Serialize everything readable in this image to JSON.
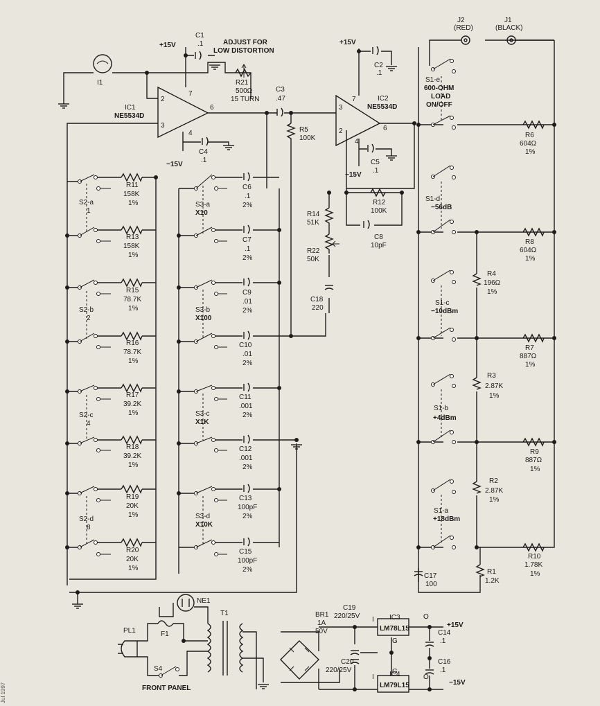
{
  "labels": {
    "j2": "J2",
    "j2_color": "(RED)",
    "j1": "J1",
    "j1_color": "(BLACK)",
    "p15_a": "+15V",
    "p15_b": "+15V",
    "m15_a": "−15V",
    "m15_b": "−15V",
    "c1": "C1",
    "c1v": ".1",
    "c2": "C2",
    "c2v": ".1",
    "c4": "C4",
    "c4v": ".1",
    "c5": "C5",
    "c5v": ".1",
    "adjust1": "ADJUST FOR",
    "adjust2": "LOW DISTORTION",
    "r21": "R21",
    "r21v": "500Ω",
    "r21t": "15 TURN",
    "i1": "I1",
    "ic1": "IC1",
    "ic1p": "NE5534D",
    "ic2": "IC2",
    "ic2p": "NE5534D",
    "c3": "C3",
    "c3v": ".47",
    "r5": "R5",
    "r5v": "100K",
    "pin2a": "2",
    "pin3a": "3",
    "pin7a": "7",
    "pin4a": "4",
    "pin6a": "6",
    "pin3b": "3",
    "pin2b": "2",
    "pin7b": "7",
    "pin4b": "4",
    "pin6b": "6",
    "s1e": "S1-e",
    "load1": "600-OHM",
    "load2": "LOAD",
    "load3": "ON/OFF",
    "r6": "R6",
    "r6v": "604Ω",
    "r6t": "1%",
    "r11": "R11",
    "r11v": "158K",
    "r11t": "1%",
    "s2a": "S2-a",
    "s2a_n": "1",
    "r13": "R13",
    "r13v": "158K",
    "r13t": "1%",
    "r15": "R15",
    "r15v": "78.7K",
    "r15t": "1%",
    "s2b": "S2-b",
    "s2b_n": "2",
    "r16": "R16",
    "r16v": "78.7K",
    "r16t": "1%",
    "r17": "R17",
    "r17v": "39.2K",
    "r17t": "1%",
    "s2c": "S2-c",
    "s2c_n": "4",
    "r18": "R18",
    "r18v": "39.2K",
    "r18t": "1%",
    "r19": "R19",
    "r19v": "20K",
    "r19t": "1%",
    "s2d": "S2-d",
    "s2d_n": "8",
    "r20": "R20",
    "r20v": "20K",
    "r20t": "1%",
    "s3a": "S3-a",
    "x10": "X10",
    "s3b": "S3-b",
    "x100": "X100",
    "s3c": "S3-c",
    "x1k": "X1K",
    "s3d": "S3-d",
    "x10k": "X10K",
    "c6": "C6",
    "c6v": ".1",
    "c6t": "2%",
    "c7": "C7",
    "c7v": ".1",
    "c7t": "2%",
    "c9": "C9",
    "c9v": ".01",
    "c9t": "2%",
    "c10": "C10",
    "c10v": ".01",
    "c10t": "2%",
    "c11": "C11",
    "c11v": ".001",
    "c11t": "2%",
    "c12": "C12",
    "c12v": ".001",
    "c12t": "2%",
    "c13": "C13",
    "c13v": "100pF",
    "c13t": "2%",
    "c15": "C15",
    "c15v": "100pF",
    "c15t": "2%",
    "r12": "R12",
    "r12v": "100K",
    "c8": "C8",
    "c8v": "10pF",
    "r14": "R14",
    "r14v": "51K",
    "r22": "R22",
    "r22v": "50K",
    "c18": "C18",
    "c18v": "220",
    "s1d": "S1-d",
    "s1d_l": "−56dB",
    "r8": "R8",
    "r8v": "604Ω",
    "r8t": "1%",
    "r4": "R4",
    "r4v": "196Ω",
    "r4t": "1%",
    "s1c": "S1-c",
    "s1c_l": "−10dBm",
    "r7": "R7",
    "r7v": "887Ω",
    "r7t": "1%",
    "r3": "R3",
    "r3v": "2.87K",
    "r3t": "1%",
    "s1b": "S1-b",
    "s1b_l": "+4dBm",
    "r9": "R9",
    "r9v": "887Ω",
    "r9t": "1%",
    "r2": "R2",
    "r2v": "2.87K",
    "r2t": "1%",
    "s1a": "S1-a",
    "s1a_l": "+18dBm",
    "r10": "R10",
    "r10v": "1.78K",
    "r10t": "1%",
    "r1": "R1",
    "r1v": "1.2K",
    "c17": "C17",
    "c17v": "100",
    "ne1": "NE1",
    "t1": "T1",
    "pl1": "PL1",
    "f1": "F1",
    "s4": "S4",
    "front": "FRONT PANEL",
    "br1": "BR1",
    "br1a": "1A",
    "br1v": "50V",
    "c19": "C19",
    "c19v": "220/25V",
    "c20": "C20",
    "c20v": "220/25V",
    "ic3": "IC3",
    "ic3p": "LM78L15",
    "ic4": "IC4",
    "ic4p": "LM79L15",
    "c14": "C14",
    "c14v": ".1",
    "c16": "C16",
    "c16v": ".1",
    "pI3": "I",
    "pO3": "O",
    "pG3": "G",
    "pG4": "G",
    "pI4": "I",
    "pO4": "O",
    "out_p": "+15V",
    "out_m": "−15V",
    "side_credit": "Jul 1997"
  }
}
